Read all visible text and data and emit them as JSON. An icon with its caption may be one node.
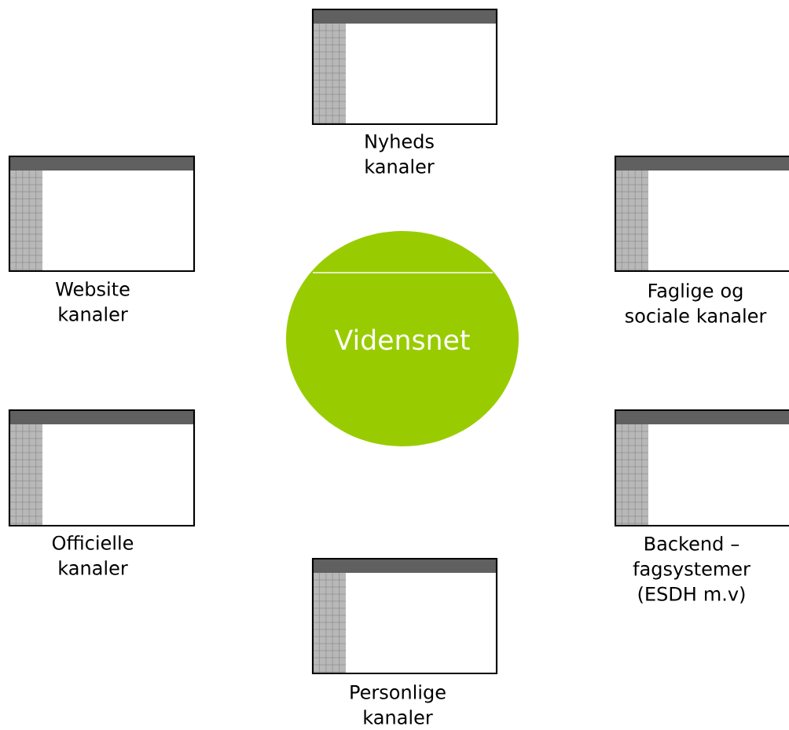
{
  "diagram": {
    "nodes": [
      {
        "text": [
          "Vidensnet"
        ]
      },
      {
        "text": [
          "Nyheds kanaler"
        ]
      },
      {
        "text": [
          "Website kanaler"
        ]
      },
      {
        "text": [
          "Faglige og sociale kanaler"
        ]
      },
      {
        "text": [
          "Officielle kanaler"
        ]
      },
      {
        "text": [
          "Backend – fagsystemer (ESDH m.v)"
        ]
      },
      {
        "text": [
          "Personlige kanaler"
        ]
      }
    ]
  }
}
